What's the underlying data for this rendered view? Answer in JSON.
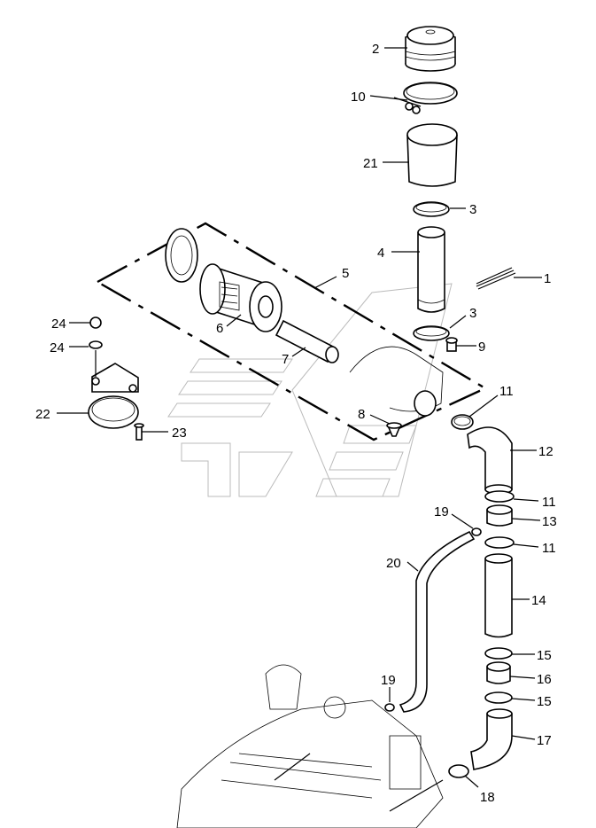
{
  "parts": [
    {
      "id": "p2",
      "label": "2"
    },
    {
      "id": "p10",
      "label": "10"
    },
    {
      "id": "p21",
      "label": "21"
    },
    {
      "id": "p3a",
      "label": "3"
    },
    {
      "id": "p4",
      "label": "4"
    },
    {
      "id": "p1",
      "label": "1"
    },
    {
      "id": "p5",
      "label": "5"
    },
    {
      "id": "p3b",
      "label": "3"
    },
    {
      "id": "p9",
      "label": "9"
    },
    {
      "id": "p6",
      "label": "6"
    },
    {
      "id": "p7",
      "label": "7"
    },
    {
      "id": "p24a",
      "label": "24"
    },
    {
      "id": "p24b",
      "label": "24"
    },
    {
      "id": "p22",
      "label": "22"
    },
    {
      "id": "p23",
      "label": "23"
    },
    {
      "id": "p8",
      "label": "8"
    },
    {
      "id": "p11a",
      "label": "11"
    },
    {
      "id": "p12",
      "label": "12"
    },
    {
      "id": "p11b",
      "label": "11"
    },
    {
      "id": "p13",
      "label": "13"
    },
    {
      "id": "p19a",
      "label": "19"
    },
    {
      "id": "p11c",
      "label": "11"
    },
    {
      "id": "p20",
      "label": "20"
    },
    {
      "id": "p14",
      "label": "14"
    },
    {
      "id": "p15a",
      "label": "15"
    },
    {
      "id": "p16",
      "label": "16"
    },
    {
      "id": "p19b",
      "label": "19"
    },
    {
      "id": "p15b",
      "label": "15"
    },
    {
      "id": "p17",
      "label": "17"
    },
    {
      "id": "p18",
      "label": "18"
    }
  ]
}
